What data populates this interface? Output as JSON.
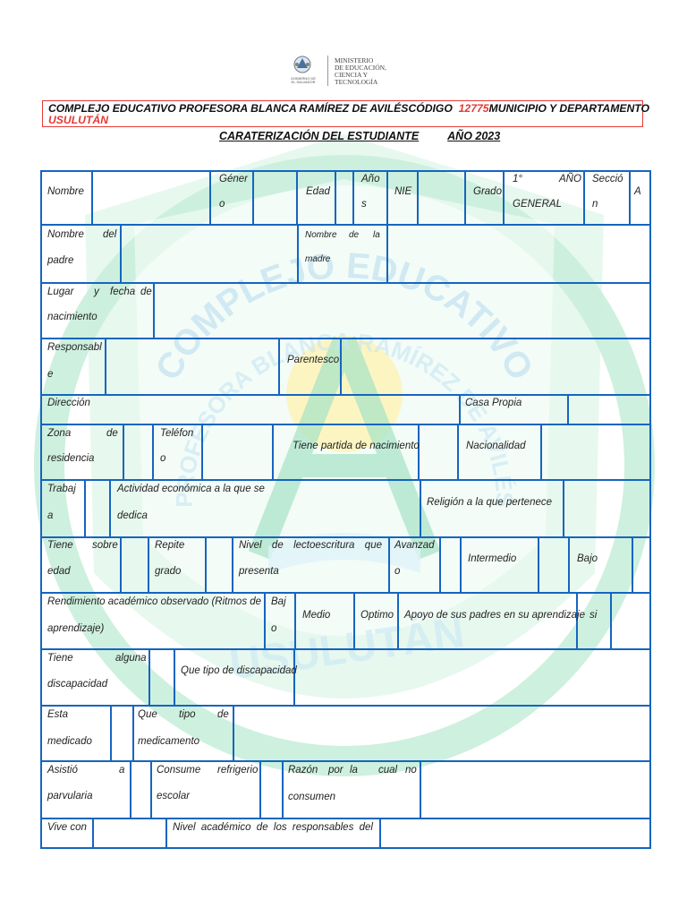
{
  "logo": {
    "ministry_lines": [
      "MINISTERIO",
      "DE EDUCACIÓN,",
      "CIENCIA Y",
      "TECNOLOGÍA"
    ],
    "government_lines": [
      "GOBIERNO DE",
      "EL SALVADOR"
    ]
  },
  "header": {
    "school": "COMPLEJO EDUCATIVO PROFESORA BLANCA RAMÍREZ DE AVILÉS",
    "code_label": "CÓDIGO",
    "code_value": "12775",
    "municipality_label": "MUNICIPIO Y DEPARTAMENTO",
    "municipality_value": "USULUTÁN"
  },
  "title": {
    "main": "CARATERIZACIÓN DEL ESTUDIANTE",
    "year": "AÑO 2023"
  },
  "watermark": {
    "ring_top": "COMPLEJO EDUCATIVO",
    "ring_inner": "PROFESORA BLANCA RAMÍREZ DE AVILÉS",
    "bottom": "USULUTÁN"
  },
  "colors": {
    "border": "#1565c0",
    "accent_red": "#e53935",
    "watermark_green": "#a5e3c4"
  },
  "form": {
    "r1": {
      "nombre": "Nombre",
      "genero_1": "Géner",
      "genero_2": "o",
      "edad": "Edad",
      "anos_1": "Año",
      "anos_2": "s",
      "nie": "NIE",
      "grado": "Grado",
      "grado_val_a": "1°",
      "grado_val_b": "AÑO",
      "grado_val_c": "GENERAL",
      "seccion_1": "Secció",
      "seccion_2": "n",
      "seccion_val": "A"
    },
    "r2": {
      "padre_a": "Nombre",
      "padre_b": "del",
      "padre_c": "padre",
      "madre_a": "Nombre",
      "madre_b": "de",
      "madre_c": "la",
      "madre_d": "madre"
    },
    "r3": {
      "lugar_a": "Lugar",
      "lugar_b": "y",
      "lugar_c": "fecha",
      "lugar_d": "de",
      "lugar_e": "nacimiento"
    },
    "r4": {
      "resp_1": "Responsabl",
      "resp_2": "e",
      "parentesco": "Parentesco"
    },
    "r5": {
      "direccion": "Dirección",
      "casa_propia": "Casa Propia"
    },
    "r6": {
      "zona_a": "Zona",
      "zona_b": "de",
      "zona_c": "residencia",
      "telefono_1": "Teléfon",
      "telefono_2": "o",
      "partida": "Tiene partida de nacimiento",
      "nacionalidad": "Nacionalidad"
    },
    "r7": {
      "trabaja_1": "Trabaj",
      "trabaja_2": "a",
      "actividad_1": "Actividad económica a la que se",
      "actividad_2": "dedica",
      "religion": "Religión a la que pertenece"
    },
    "r8": {
      "sobre_a": "Tiene",
      "sobre_b": "sobre",
      "sobre_c": "edad",
      "repite_1": "Repite",
      "repite_2": "grado",
      "nivel_1": "Nivel de lectoescritura que",
      "nivel_2": "presenta",
      "avanzado_1": "Avanzad",
      "avanzado_2": "o",
      "intermedio": "Intermedio",
      "bajo": "Bajo"
    },
    "r9": {
      "rend_1": "Rendimiento académico observado (Ritmos de",
      "rend_2": "aprendizaje)",
      "bajo_1": "Baj",
      "bajo_2": "o",
      "medio": "Medio",
      "optimo": "Optimo",
      "apoyo": "Apoyo de sus padres en su aprendizaje",
      "apoyo_val": "si"
    },
    "r10": {
      "disc_a": "Tiene",
      "disc_b": "alguna",
      "disc_c": "discapacidad",
      "tipo_disc": "Que tipo de discapacidad"
    },
    "r11": {
      "med_a": "Esta",
      "med_b": "medicado",
      "tipo_a": "Que",
      "tipo_b": "tipo",
      "tipo_c": "de",
      "tipo_d": "medicamento"
    },
    "r12": {
      "parv_a": "Asistió",
      "parv_b": "a",
      "parv_c": "parvularia",
      "refr_a": "Consume",
      "refr_b": "refrigerio",
      "refr_c": "escolar",
      "razon_a": "Razón",
      "razon_b": "por",
      "razon_c": "la",
      "razon_d": "cual",
      "razon_e": "no",
      "razon_f": "consumen"
    },
    "r13": {
      "vive": "Vive con",
      "nivel_resp": "Nivel académico de los responsables del"
    }
  }
}
